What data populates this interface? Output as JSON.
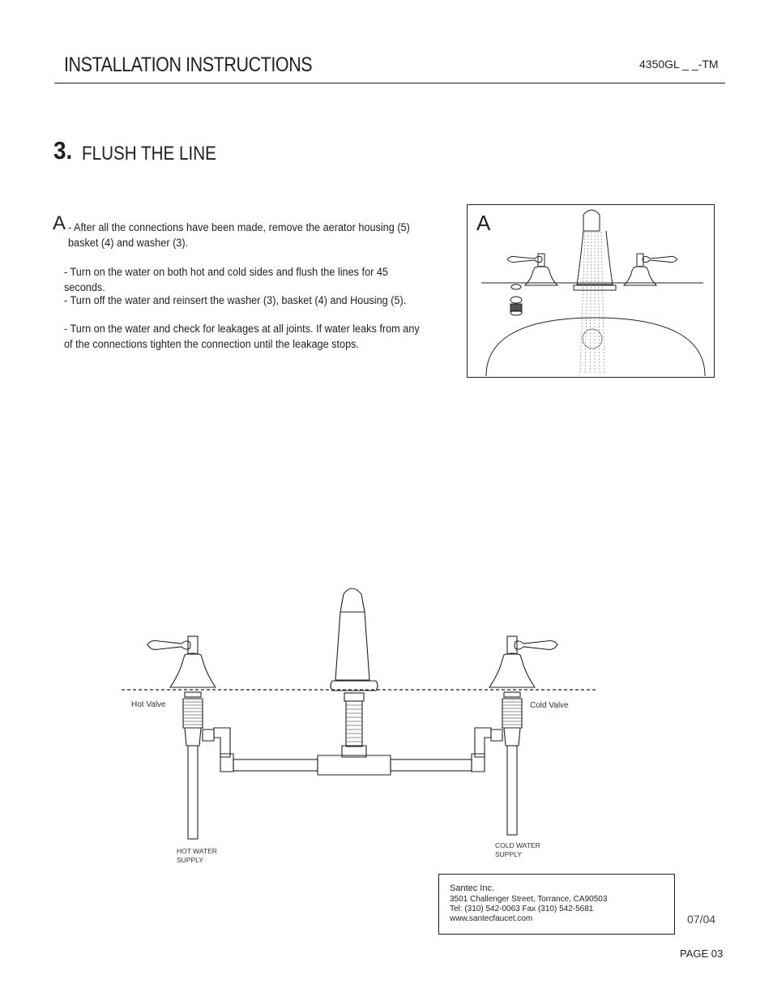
{
  "header": {
    "title": "INSTALLATION INSTRUCTIONS",
    "model_code": "4350GL _ _-TM"
  },
  "step": {
    "number": "3.",
    "title": "FLUSH THE LINE"
  },
  "instructions": {
    "letter": "A",
    "first": "- After all the connections have been made, remove the aerator housing (5) basket (4) and washer (3).",
    "items": [
      "- Turn on the water on both hot and cold sides and flush the lines for 45 seconds.",
      "- Turn off the water and reinsert the washer (3), basket (4) and Housing (5).",
      "- Turn on the water and check for leakages at all joints. If water leaks from any of the connections tighten the connection until the leakage stops."
    ]
  },
  "figure_a": {
    "label": "A"
  },
  "diagram": {
    "hot_valve": "Hot Valve",
    "cold_valve": "Cold Valve",
    "hot_supply_line1": "HOT WATER",
    "hot_supply_line2": "SUPPLY",
    "cold_supply_line1": "COLD WATER",
    "cold_supply_line2": "SUPPLY"
  },
  "company": {
    "name": "Santec Inc.",
    "address": "3501 Challenger Street, Torrance, CA90503",
    "phone": "Tel: (310) 542-0063  Fax (310) 542-5681",
    "web": "www.santecfaucet.com"
  },
  "footer": {
    "date": "07/04",
    "page": "PAGE 03"
  }
}
